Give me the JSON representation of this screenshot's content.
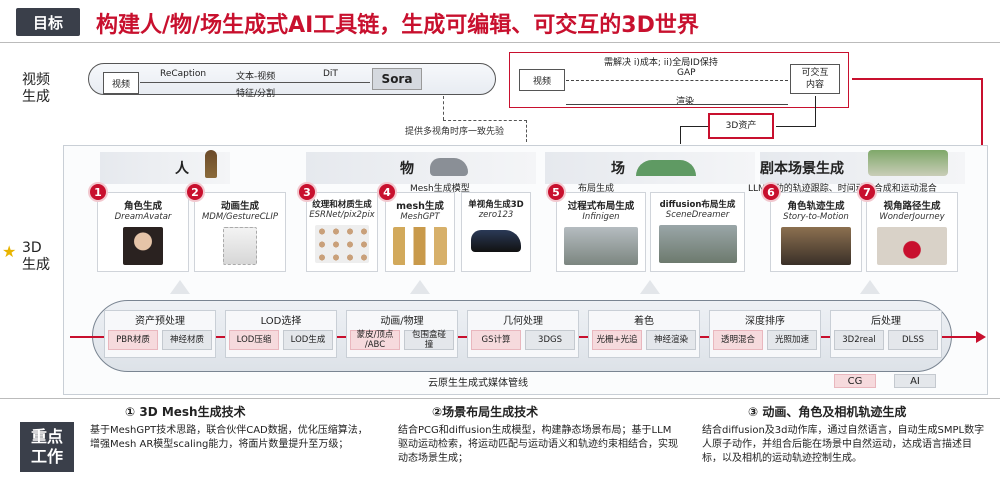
{
  "header": {
    "tag": "目标",
    "title": "构建人/物/场生成式AI工具链，生成可编辑、可交互的3D世界"
  },
  "video_row": {
    "label": "视频\n生成",
    "video_box": "视频",
    "recaption": "ReCaption",
    "text_video": "文本-视频",
    "feature": "特征/分割",
    "dit": "DiT",
    "sora": "Sora",
    "multiview_note": "提供多视角时序一致先验",
    "right_video": "视频",
    "interactive": "可交互\n内容",
    "need_solve": "需解决 i)成本; ii)全局ID保持",
    "gap": "GAP",
    "render": "渲染",
    "asset3d": "3D资产"
  },
  "left_3d": {
    "star": "★",
    "label": "3D\n生成"
  },
  "categories": [
    {
      "label": "人"
    },
    {
      "label": "物"
    },
    {
      "label": "场"
    },
    {
      "label": "剧本场景生成"
    }
  ],
  "sub_notes": {
    "mesh_model": "Mesh生成模型",
    "layout_gen": "布局生成",
    "llm_note": "LLM驱动的轨迹跟踪、时间动作合成和运动混合"
  },
  "cards": [
    {
      "num": "1",
      "title": "角色生成",
      "sub": "DreamAvatar"
    },
    {
      "num": "2",
      "title": "动画生成",
      "sub": "MDM/GestureCLIP"
    },
    {
      "num": "3",
      "title": "纹理和材质生成",
      "sub": "ESRNet/pix2pix"
    },
    {
      "num": "4",
      "title": "mesh生成",
      "sub": "MeshGPT"
    },
    {
      "num": "",
      "title": "单视角生成3D",
      "sub": "zero123"
    },
    {
      "num": "5",
      "title": "过程式布局生成",
      "sub": "Infinigen"
    },
    {
      "num": "",
      "title": "diffusion布局生成",
      "sub": "SceneDreamer"
    },
    {
      "num": "6",
      "title": "角色轨迹生成",
      "sub": "Story-to-Motion"
    },
    {
      "num": "7",
      "title": "视角路径生成",
      "sub": "WonderJourney"
    }
  ],
  "pipeline": {
    "caption": "云原生生成式媒体管线",
    "stages": [
      {
        "title": "资产预处理",
        "tags": [
          "PBR材质",
          "神经材质"
        ]
      },
      {
        "title": "LOD选择",
        "tags": [
          "LOD压缩",
          "LOD生成"
        ]
      },
      {
        "title": "动画/物理",
        "tags": [
          "蒙皮/顶点\n/ABC",
          "包围盒碰\n撞"
        ]
      },
      {
        "title": "几何处理",
        "tags": [
          "GS计算",
          "3DGS"
        ]
      },
      {
        "title": "着色",
        "tags": [
          "光栅+光追",
          "神经渲染"
        ]
      },
      {
        "title": "深度排序",
        "tags": [
          "透明混合",
          "光照加速"
        ]
      },
      {
        "title": "后处理",
        "tags": [
          "3D2real",
          "DLSS"
        ]
      }
    ],
    "legend": [
      "CG",
      "AI"
    ]
  },
  "focus": {
    "label": "重点\n工作"
  },
  "bottom": [
    {
      "head": "① 3D Mesh生成技术",
      "body": "基于MeshGPT技术思路，联合伙伴CAD数据，优化压缩算法，增强Mesh AR模型scaling能力，将面片数量提升至万级；"
    },
    {
      "head": "②场景布局生成技术",
      "body": "结合PCG和diffusion生成模型，构建静态场景布局；基于LLM驱动运动检索，将运动匹配与运动语义和轨迹约束相结合，实现动态场景生成；"
    },
    {
      "head": "③ 动画、角色及相机轨迹生成",
      "body": "结合diffusion及3d动作库，通过自然语言，自动生成SMPL数字人原子动作，并组合后能在场景中自然运动，达成语言描述目标，以及相机的运动轨迹控制生成。"
    }
  ],
  "colors": {
    "accent": "#c8102e",
    "dark": "#3a3f4a",
    "tag_red": "#f6dadd",
    "tag_gray": "#e4e7eb"
  }
}
